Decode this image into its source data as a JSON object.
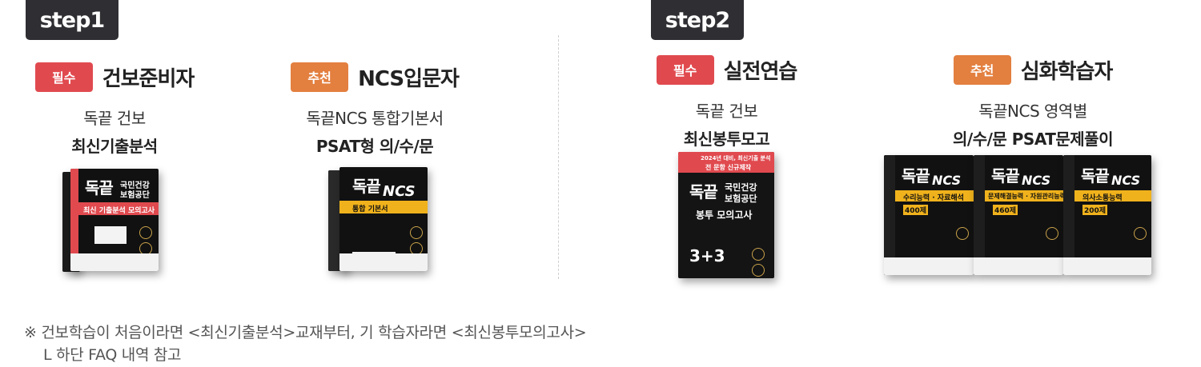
{
  "steps": [
    {
      "label": "step1"
    },
    {
      "label": "step2"
    }
  ],
  "columns": [
    {
      "badge": "필수",
      "title": "건보준비자",
      "sub1": "독끝 건보",
      "sub2": "최신기출분석",
      "book": {
        "brand": "독끝",
        "subject": "국민건강\n보험공단",
        "title": "최신 기출분석 모의고사"
      }
    },
    {
      "badge": "추천",
      "title": "NCS입문자",
      "sub1": "독끝NCS 통합기본서",
      "sub2": "PSAT형 의/수/문",
      "book": {
        "brand": "독끝",
        "subject": "NCS",
        "title": "통합 기본서"
      }
    },
    {
      "badge": "필수",
      "title": "실전연습",
      "sub1": "독끝 건보",
      "sub2": "최신봉투모고",
      "book": {
        "brand": "독끝",
        "subject": "국민건강\n보험공단",
        "title": "봉투 모의고사",
        "top": "2024년 대비, 최신기출 분석\n전 문항 신규제작",
        "score": "3+3"
      }
    },
    {
      "badge": "추천",
      "title": "심화학습자",
      "sub1": "독끝NCS 영역별",
      "sub2": "의/수/문 PSAT문제풀이",
      "book": {
        "brand": "독끝",
        "subject": "NCS",
        "titles": [
          "수리능력 · 자료해석",
          "문제해결능력 · 자원관리능력",
          "의사소통능력"
        ],
        "counts": [
          "400제",
          "460제",
          "200제"
        ]
      }
    }
  ],
  "footnote": {
    "line1": "※ 건보학습이 처음이라면 <최신기출분석>교재부터, 기 학습자라면 <최신봉투모의고사>",
    "line2": "L 하단 FAQ 내역 참고"
  },
  "colors": {
    "required": "#e04a4f",
    "recommended": "#e37f3f",
    "tab": "#2f2f33"
  }
}
